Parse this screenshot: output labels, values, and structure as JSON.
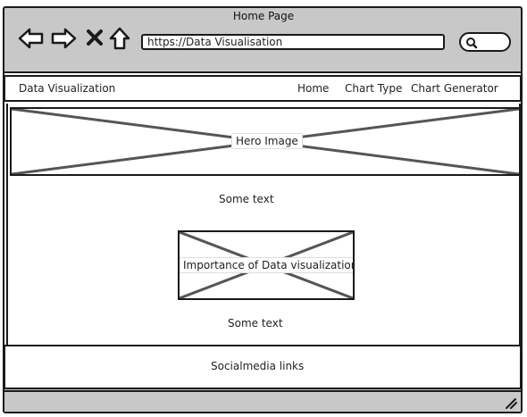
{
  "browser": {
    "title": "Home Page",
    "url": "https://Data Visualisation"
  },
  "nav": {
    "brand": "Data Visualization",
    "items": [
      "Home",
      "Chart Type",
      "Chart Generator"
    ]
  },
  "main": {
    "hero_label": "Hero Image",
    "text_1": "Some text",
    "image_label": "Importance of Data visualization",
    "text_2": "Some text"
  },
  "footer": {
    "label": "Socialmedia links"
  }
}
